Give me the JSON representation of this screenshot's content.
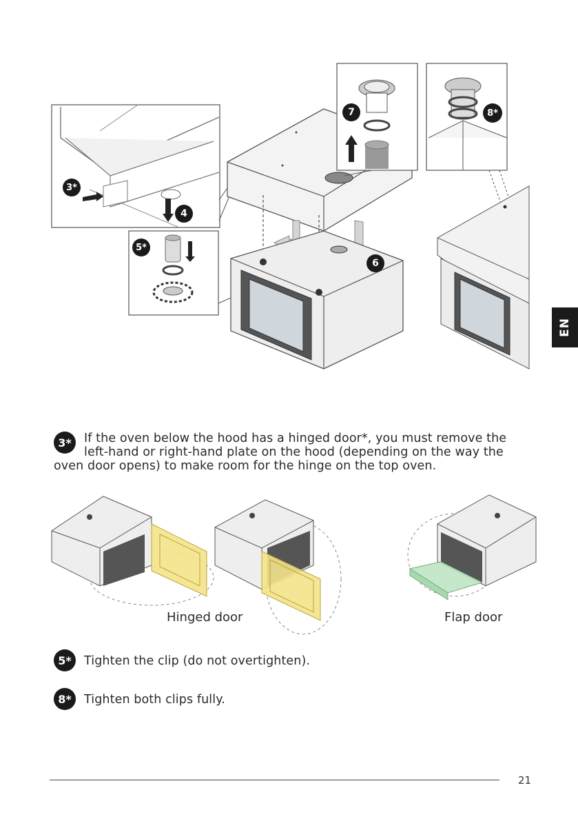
{
  "language_tab": "EN",
  "figure_top": {
    "callouts": {
      "three": "3*",
      "four": "4",
      "five": "5*",
      "six": "6",
      "seven": "7",
      "eight": "8*"
    }
  },
  "step3": {
    "badge": "3*",
    "line1": "If the oven below the hood has a hinged door*, you must remove the",
    "line2": "left-hand or right-hand plate on the hood (depending on the way the",
    "line3": "oven door opens) to make room for the hinge on the top oven."
  },
  "doors": {
    "hinged_label": "Hinged door",
    "flap_label": "Flap door",
    "hinged_color": "#f3e38a",
    "flap_color": "#bfe6c4"
  },
  "step5": {
    "badge": "5*",
    "text": "Tighten the clip (do not overtighten)."
  },
  "step8": {
    "badge": "8*",
    "text": "Tighten both clips fully."
  },
  "page_number": "21"
}
